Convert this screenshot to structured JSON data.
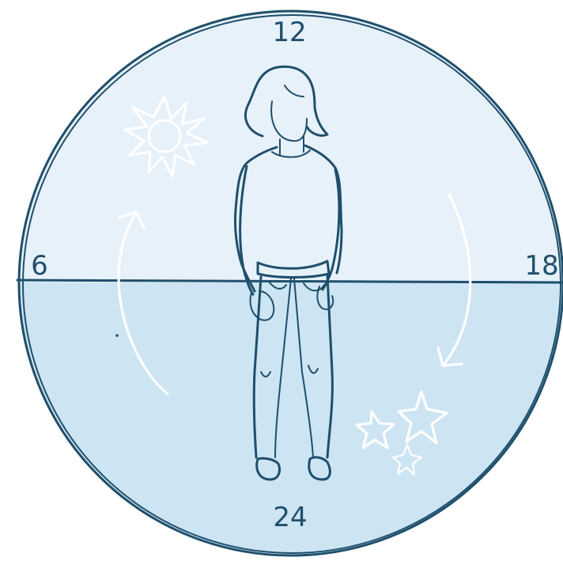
{
  "clock": {
    "top_label": "12",
    "left_label": "6",
    "right_label": "18",
    "bottom_label": "24"
  },
  "colors": {
    "outline": "#1f4f6b",
    "day_fill": "#e7f1fa",
    "night_fill": "#cde4f3",
    "accent_white": "#ffffff"
  },
  "icons": {
    "sun": "sun-icon",
    "stars": "stars-icon",
    "arrow_up": "arrow-clockwise-up-icon",
    "arrow_down": "arrow-clockwise-down-icon"
  }
}
